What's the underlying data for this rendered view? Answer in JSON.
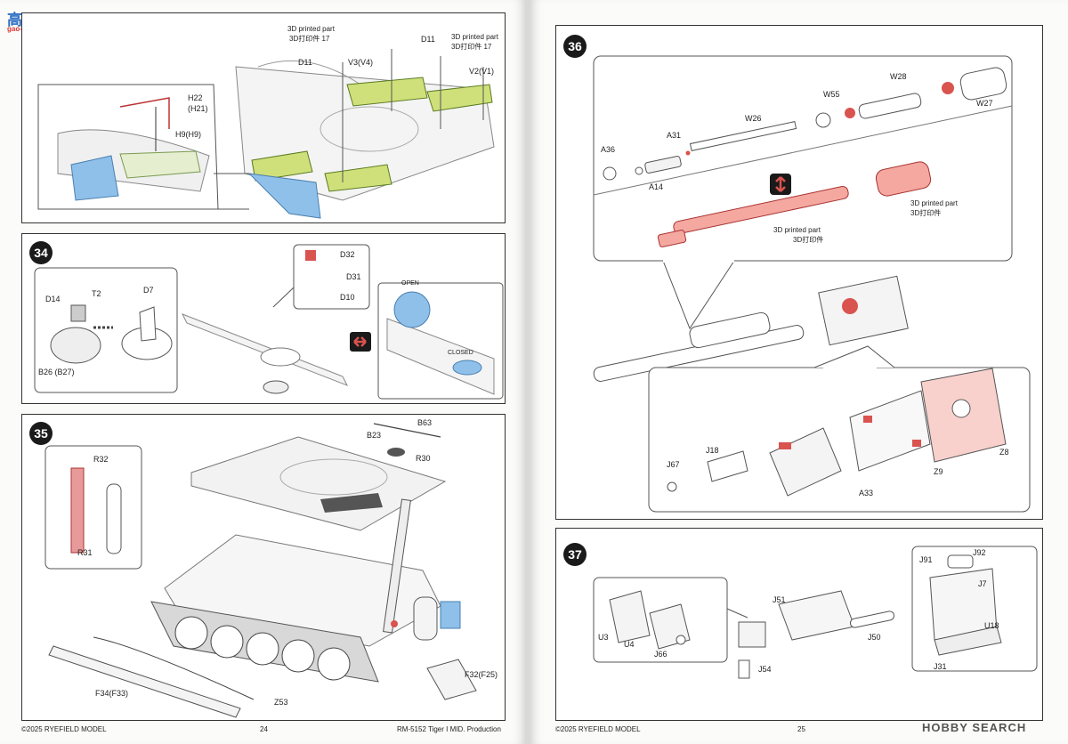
{
  "watermark": {
    "logo": "高●网",
    "url": "gao-shou.com"
  },
  "left_page": {
    "step33": {
      "label_3d_left": "3D printed part",
      "label_3d_left_cn": "3D打印件 17",
      "d11_left": "D11",
      "d11_right": "D11",
      "label_3d_right": "3D printed part",
      "label_3d_right_cn": "3D打印件 17",
      "v3": "V3(V4)",
      "v2": "V2(V1)",
      "h22": "H22",
      "h21": "(H21)",
      "h9": "H9(H9)"
    },
    "step34": {
      "number": "34",
      "d14": "D14",
      "t2": "T2",
      "d7": "D7",
      "b26": "B26 (B27)",
      "d32": "D32",
      "d31": "D31",
      "d10": "D10",
      "open": "OPEN",
      "closed": "CLOSED"
    },
    "step35": {
      "number": "35",
      "r32": "R32",
      "r31": "R31",
      "b63": "B63",
      "b23": "B23",
      "r30": "R30",
      "f32": "F32(F25)",
      "f34": "F34(F33)",
      "z53": "Z53"
    },
    "footer": {
      "copyright": "©2025 RYEFIELD MODEL",
      "page": "24",
      "product": "RM-5152 Tiger I MID. Production"
    }
  },
  "right_page": {
    "step36": {
      "number": "36",
      "a36": "A36",
      "a31": "A31",
      "a14": "A14",
      "w26": "W26",
      "w55": "W55",
      "w28": "W28",
      "w27": "W27",
      "label_3d_a": "3D printed part",
      "label_3d_a_cn": "3D打印件",
      "label_3d_b": "3D printed part",
      "label_3d_b_cn": "3D打印件",
      "j67": "J67",
      "j18": "J18",
      "a33": "A33",
      "z9": "Z9",
      "z8": "Z8"
    },
    "step37": {
      "number": "37",
      "u3": "U3",
      "u4": "U4",
      "j66": "J66",
      "j54": "J54",
      "j51": "J51",
      "j50": "J50",
      "j91": "J91",
      "j92": "J92",
      "j7": "J7",
      "u18": "U18",
      "j31": "J31"
    },
    "footer": {
      "copyright": "©2025 RYEFIELD MODEL",
      "page": "25",
      "watermark": "HOBBY SEARCH"
    }
  },
  "colors": {
    "accent_red": "#d9534f",
    "part_blue": "#8fc0ea",
    "grid_green": "#cfe07a",
    "dark": "#1a1a1a"
  }
}
